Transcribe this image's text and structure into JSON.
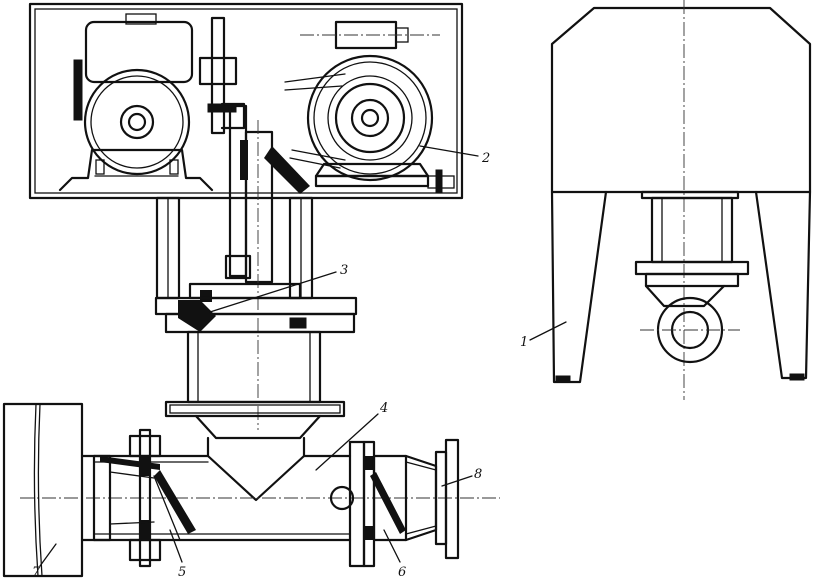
{
  "callouts": [
    {
      "id": "1",
      "text": "1"
    },
    {
      "id": "2",
      "text": "2"
    },
    {
      "id": "3",
      "text": "3"
    },
    {
      "id": "4",
      "text": "4"
    },
    {
      "id": "5",
      "text": "5"
    },
    {
      "id": "6",
      "text": "6"
    },
    {
      "id": "7",
      "text": "7"
    },
    {
      "id": "8",
      "text": "8"
    }
  ],
  "colors": {
    "line": "#111111",
    "paper": "#ffffff"
  }
}
